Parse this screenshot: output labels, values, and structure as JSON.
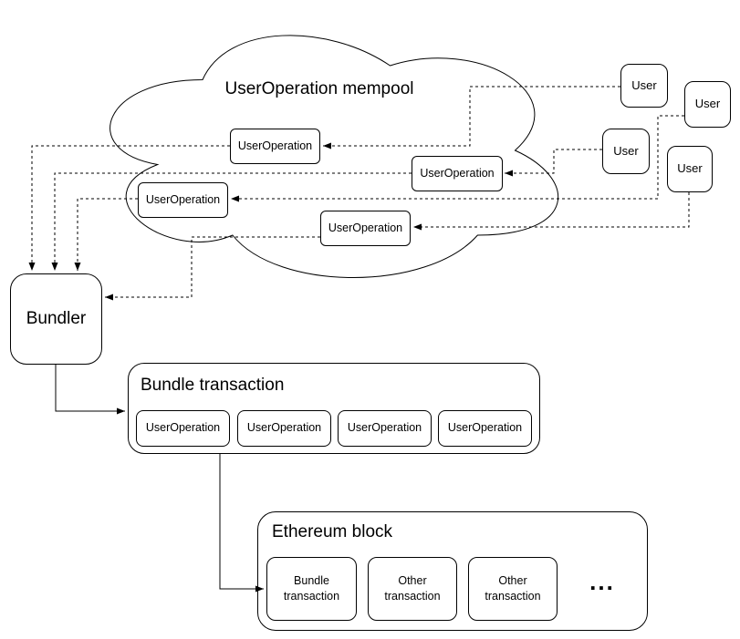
{
  "diagram": {
    "background_color": "#ffffff",
    "stroke_color": "#000000",
    "text_color": "#000000",
    "mempool": {
      "title": "UserOperation mempool",
      "user_operations": [
        "UserOperation",
        "UserOperation",
        "UserOperation",
        "UserOperation"
      ]
    },
    "users": [
      "User",
      "User",
      "User",
      "User"
    ],
    "bundler": {
      "label": "Bundler"
    },
    "bundle_transaction": {
      "title": "Bundle transaction",
      "user_operations": [
        "UserOperation",
        "UserOperation",
        "UserOperation",
        "UserOperation"
      ]
    },
    "ethereum_block": {
      "title": "Ethereum block",
      "transactions": [
        "Bundle transaction",
        "Other transaction",
        "Other transaction"
      ],
      "ellipsis": "..."
    }
  }
}
